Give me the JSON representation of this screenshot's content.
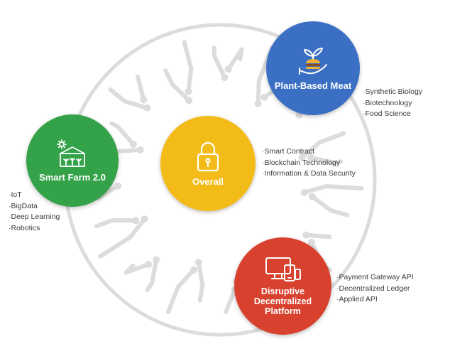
{
  "nodes": {
    "plant": {
      "title": "Plant-Based Meat",
      "items": [
        "Synthetic Biology",
        "Biotechnology",
        "Food Science"
      ],
      "color": "#3b6fc4",
      "icon": "burger-with-leaves-icon"
    },
    "smart": {
      "title": "Smart Farm 2.0",
      "items": [
        "IoT",
        "BigData",
        "Deep Learning",
        "Robotics"
      ],
      "color": "#34a248",
      "icon": "greenhouse-icon"
    },
    "overall": {
      "title": "Overall",
      "items": [
        "Smart Contract",
        "Blockchain Technology",
        "Information & Data Security"
      ],
      "color": "#f3bb17",
      "icon": "padlock-icon"
    },
    "disruptive": {
      "title_lines": [
        "Disruptive",
        "Decentralized",
        "Platform"
      ],
      "items": [
        "Payment Gateway API",
        "Decentralized Ledger",
        "Applied API"
      ],
      "color": "#d9412f",
      "icon": "devices-icon"
    }
  },
  "background": {
    "decoration": "circuit-board-ring",
    "line_color": "#dcdcdc"
  }
}
